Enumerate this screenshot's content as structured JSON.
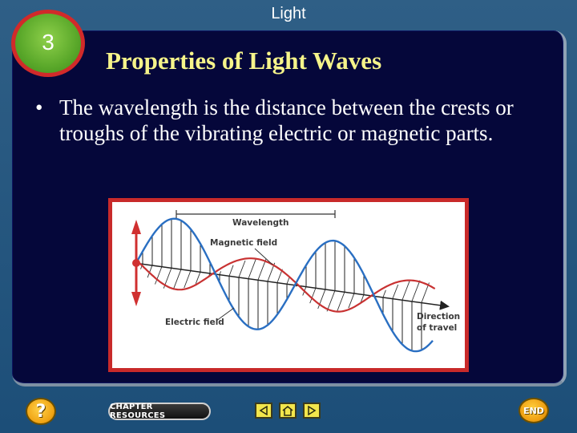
{
  "header": {
    "title": "Light"
  },
  "chapter": {
    "number": "3"
  },
  "slide": {
    "title": "Properties of Light Waves",
    "bullets": [
      "The wavelength is the distance between the crests or troughs of the vibrating electric or magnetic parts."
    ]
  },
  "figure": {
    "labels": {
      "wavelength": "Wavelength",
      "magnetic_field": "Magnetic field",
      "electric_field": "Electric field",
      "direction_line1": "Direction",
      "direction_line2": "of travel"
    }
  },
  "footer": {
    "help_label": "?",
    "chapter_resources_label": "CHAPTER RESOURCES",
    "end_label": "END"
  },
  "colors": {
    "panel_background": "#05073a",
    "title_yellow": "#f6f48a",
    "figure_border": "#c82a2a",
    "electric_wave": "#2a6fc2",
    "magnetic_wave": "#c83232"
  },
  "icons": {
    "chapter_badge": "green-circle-badge",
    "prev": "left-triangle-icon",
    "home": "house-icon",
    "next": "right-triangle-icon"
  }
}
